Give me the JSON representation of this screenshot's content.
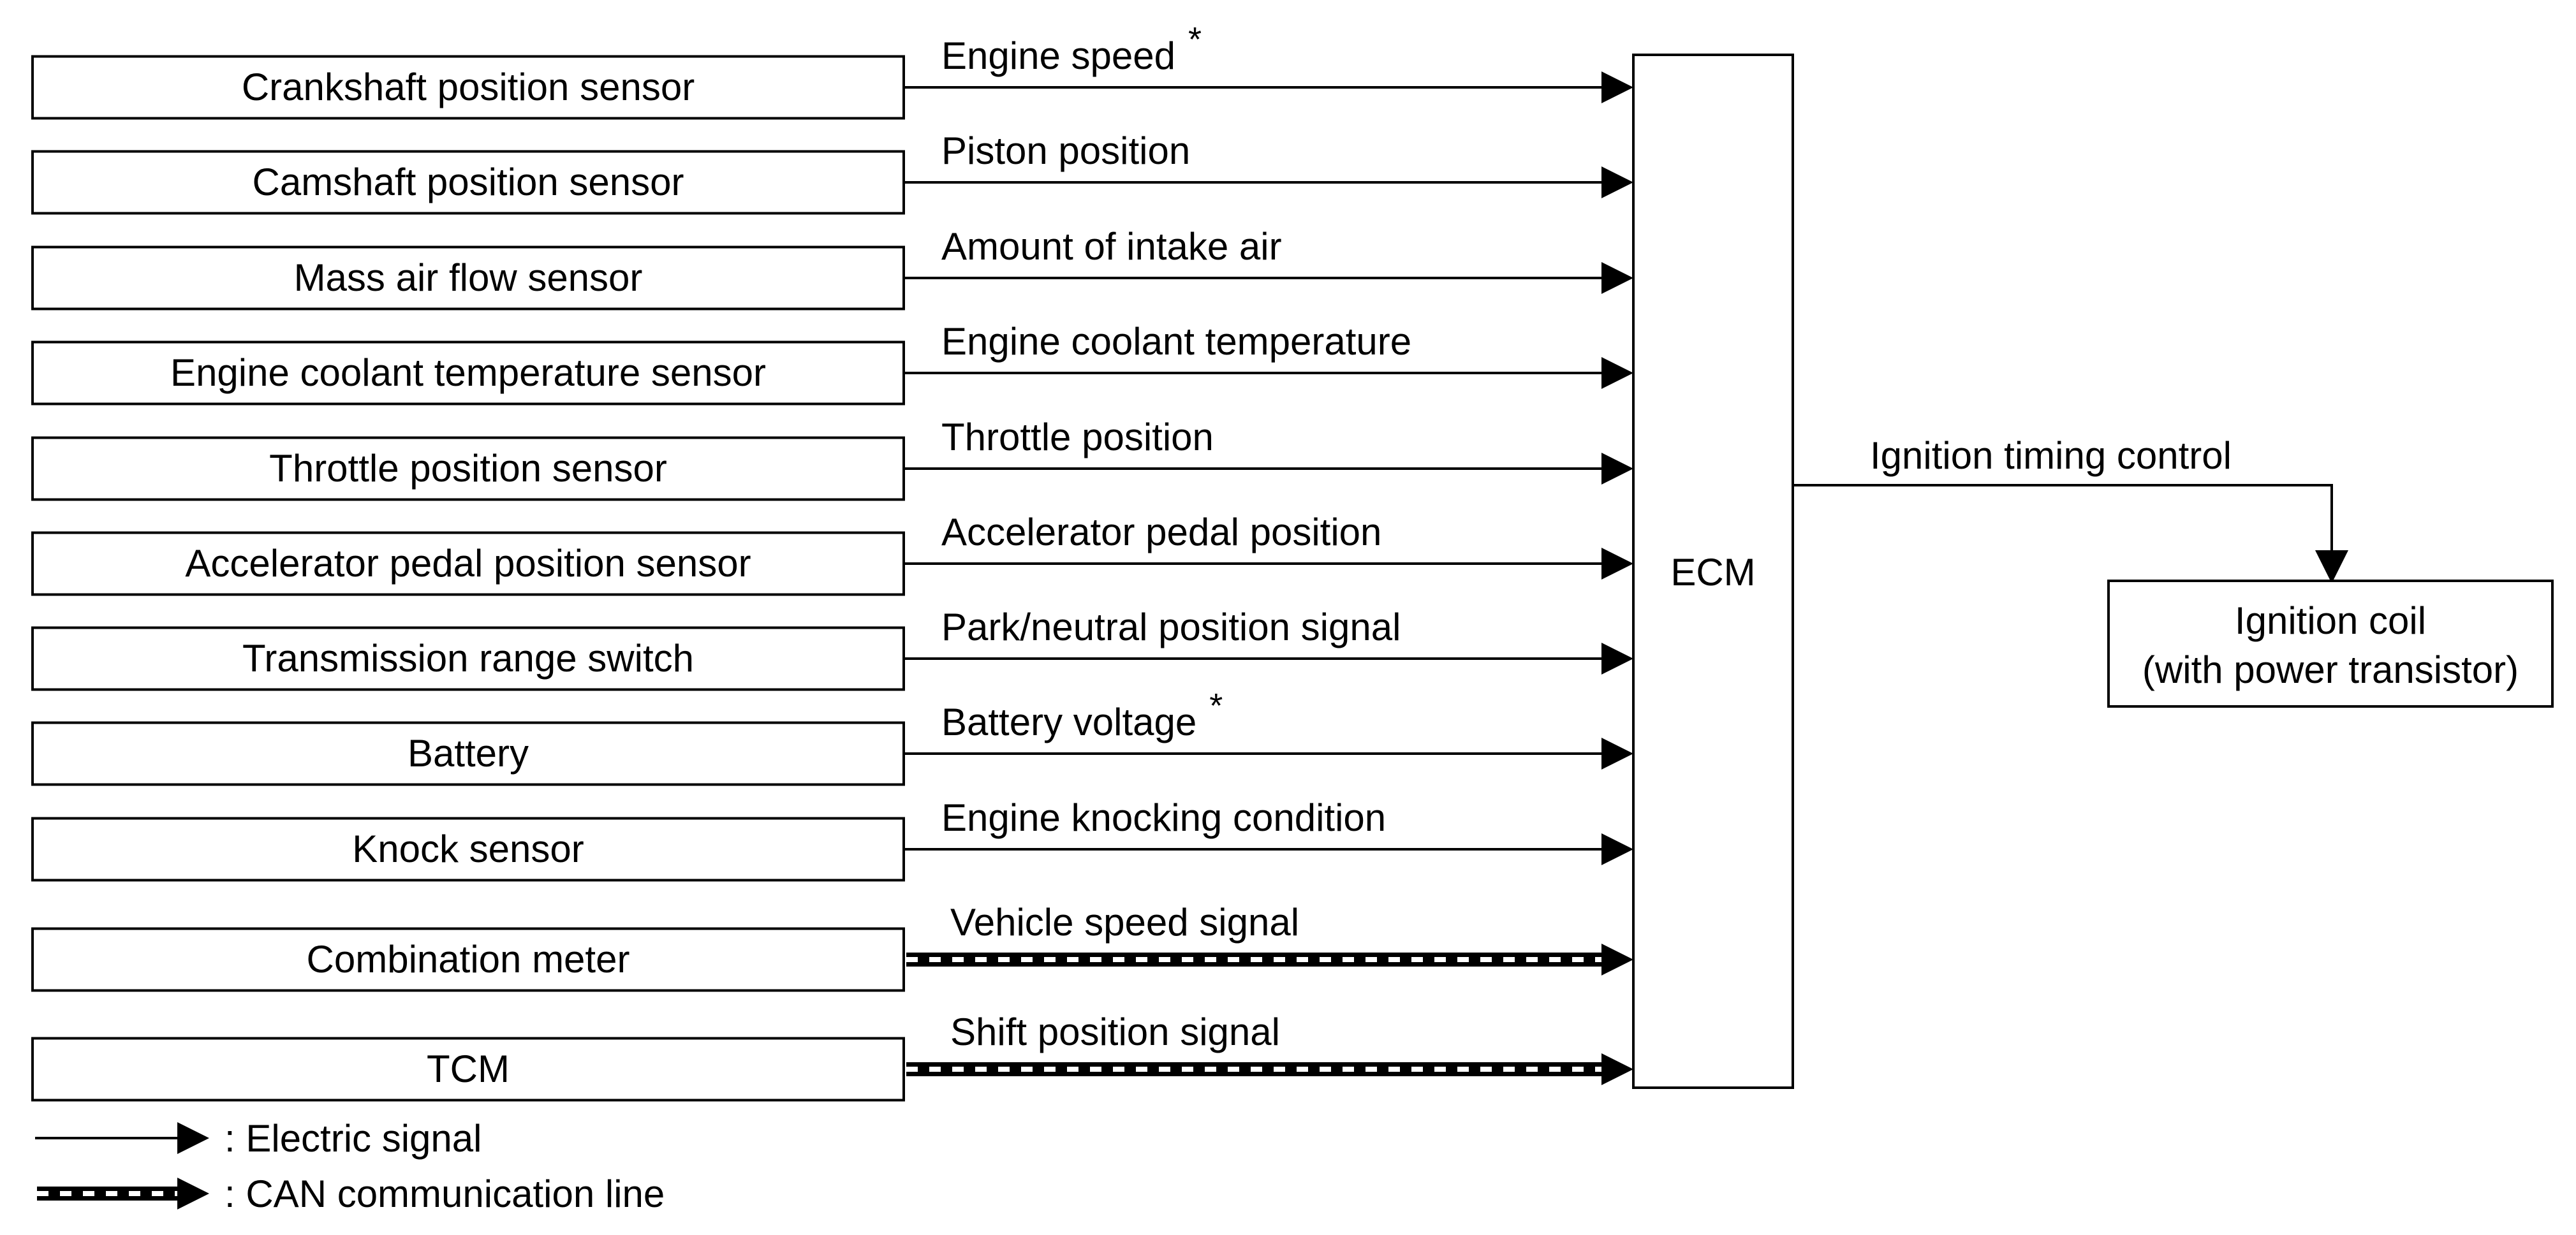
{
  "sensors": [
    {
      "name": "Crankshaft position sensor",
      "signal": "Engine speed",
      "mark": "*",
      "line": "electric"
    },
    {
      "name": "Camshaft position sensor",
      "signal": "Piston position",
      "mark": "",
      "line": "electric"
    },
    {
      "name": "Mass air flow sensor",
      "signal": "Amount of intake air",
      "mark": "",
      "line": "electric"
    },
    {
      "name": "Engine coolant temperature sensor",
      "signal": "Engine coolant temperature",
      "mark": "",
      "line": "electric"
    },
    {
      "name": "Throttle position sensor",
      "signal": "Throttle position",
      "mark": "",
      "line": "electric"
    },
    {
      "name": "Accelerator pedal position sensor",
      "signal": "Accelerator pedal position",
      "mark": "",
      "line": "electric"
    },
    {
      "name": "Transmission range switch",
      "signal": "Park/neutral position signal",
      "mark": "",
      "line": "electric"
    },
    {
      "name": "Battery",
      "signal": "Battery voltage",
      "mark": "*",
      "line": "electric"
    },
    {
      "name": "Knock sensor",
      "signal": "Engine knocking condition",
      "mark": "",
      "line": "electric"
    },
    {
      "name": "Combination meter",
      "signal": "Vehicle speed signal",
      "mark": "",
      "line": "can"
    },
    {
      "name": "TCM",
      "signal": "Shift position signal",
      "mark": "",
      "line": "can"
    }
  ],
  "ecm": {
    "label": "ECM"
  },
  "output": {
    "signal": "Ignition timing control",
    "device_line1": "Ignition coil",
    "device_line2": "(with power transistor)"
  },
  "legend": {
    "electric": ": Electric signal",
    "can": ": CAN communication line"
  }
}
